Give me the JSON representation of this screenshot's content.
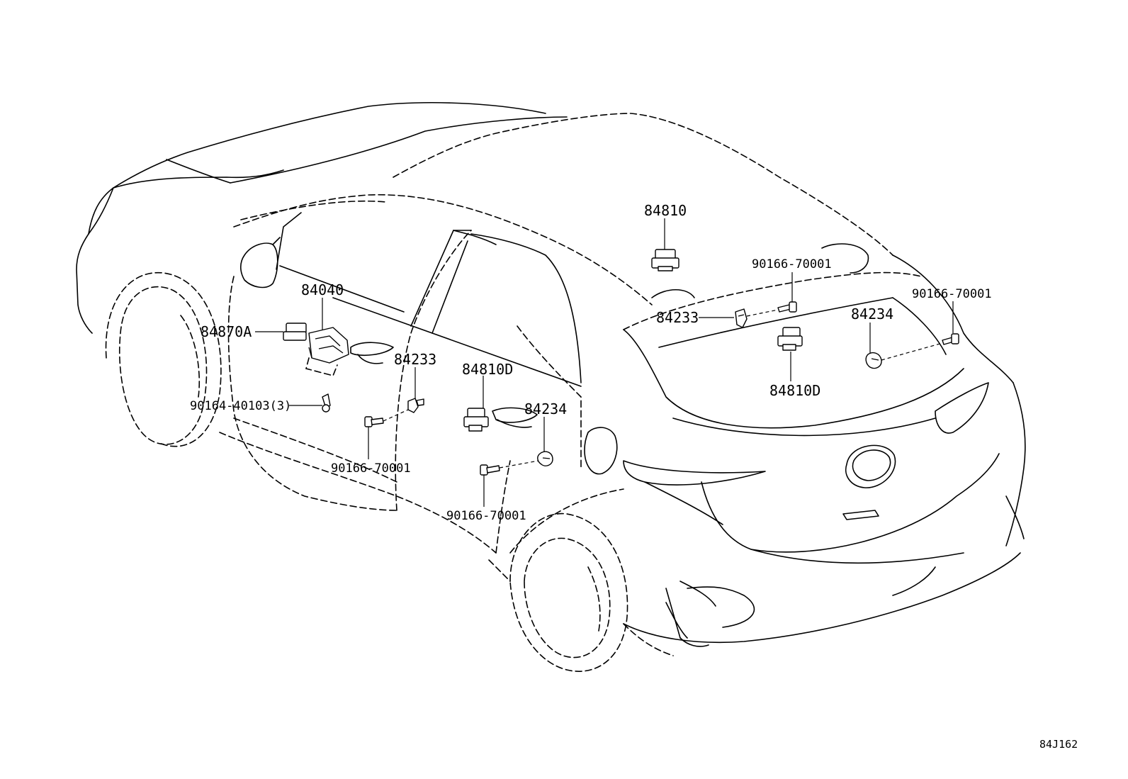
{
  "diagram_code": "84J162",
  "callouts": [
    {
      "id": "c1",
      "text": "84810"
    },
    {
      "id": "c2",
      "text": "90166-70001"
    },
    {
      "id": "c3",
      "text": "84233"
    },
    {
      "id": "c4",
      "text": "84234"
    },
    {
      "id": "c5",
      "text": "90166-70001"
    },
    {
      "id": "c6",
      "text": "84810D"
    },
    {
      "id": "c7",
      "text": "84040"
    },
    {
      "id": "c8",
      "text": "84870A"
    },
    {
      "id": "c9",
      "text": "84233"
    },
    {
      "id": "c10",
      "text": "84810D"
    },
    {
      "id": "c11",
      "text": "84234"
    },
    {
      "id": "c12",
      "text": "90164-40103(3)"
    },
    {
      "id": "c13",
      "text": "90166-70001"
    },
    {
      "id": "c14",
      "text": "90166-70001"
    }
  ]
}
